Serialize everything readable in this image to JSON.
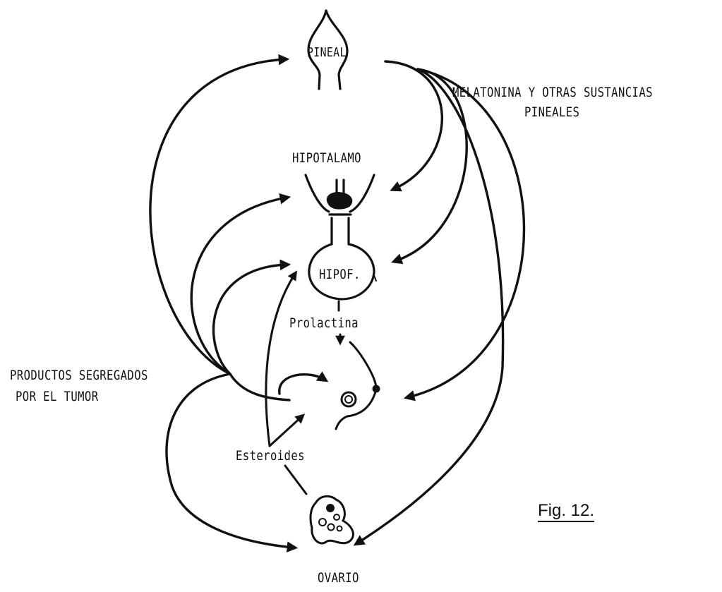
{
  "labels": {
    "pineal": "PINEAL",
    "melatonina_line1": "MELATONINA Y OTRAS SUSTANCIAS",
    "melatonina_line2": "PINEALES",
    "hipotalamo": "HIPOTALAMO",
    "hipofisis": "HIPOF.",
    "prolactina": "Prolactina",
    "productos_line1": "PRODUCTOS SEGREGADOS",
    "productos_line2": "POR EL TUMOR",
    "esteroides": "Esteroides",
    "ovario": "OVARIO",
    "figure_caption": "Fig. 12."
  },
  "colors": {
    "ink": "#111111",
    "paper": "#ffffff"
  }
}
